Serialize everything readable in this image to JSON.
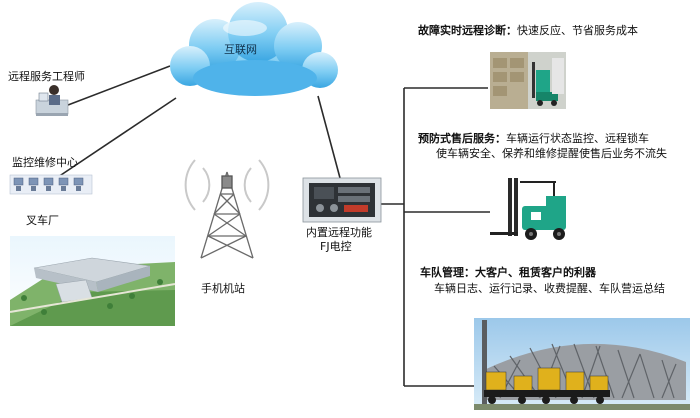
{
  "cloud": {
    "label": "互联网"
  },
  "engineer": {
    "label": "远程服务工程师"
  },
  "monitor_center": {
    "label": "监控维修中心"
  },
  "factory": {
    "label": "叉车厂"
  },
  "tower": {
    "label": "手机机站"
  },
  "controller": {
    "line1": "内置远程功能",
    "line2": "FJ电控"
  },
  "features": [
    {
      "title": "故障实时远程诊断：",
      "text": "快速反应、节省服务成本",
      "line2": ""
    },
    {
      "title": "预防式售后服务：",
      "text": "车辆运行状态监控、远程锁车",
      "line2": "使车辆安全、保养和维修提醒使售后业务不流失"
    },
    {
      "title": "车队管理：大客户、租赁客户的利器",
      "text": "",
      "line2": "车辆日志、运行记录、收费提醒、车队营运总结"
    }
  ],
  "colors": {
    "line": "#2b2b2b",
    "cloud": "#4fb3ea",
    "forklift_green": "#1fa588",
    "tower": "#6a6a6a"
  },
  "icons": [
    "cloud-icon",
    "engineer-icon",
    "monitor-center-icon",
    "factory-image",
    "tower-icon",
    "controller-icon",
    "warehouse-photo",
    "forklift-photo",
    "stadium-photo"
  ]
}
